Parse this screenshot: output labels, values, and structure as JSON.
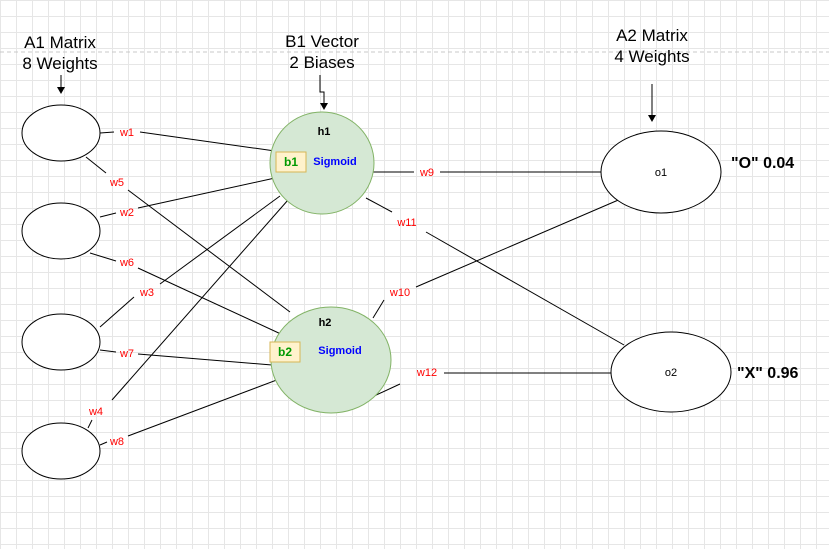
{
  "headers": {
    "a1_title": "A1 Matrix",
    "a1_sub": "8 Weights",
    "b1_title": "B1 Vector",
    "b1_sub": "2 Biases",
    "a2_title": "A2 Matrix",
    "a2_sub": "4 Weights"
  },
  "hidden": {
    "h1": "h1",
    "h2": "h2",
    "b1": "b1",
    "b2": "b2",
    "activation": "Sigmoid"
  },
  "outputs": {
    "o1": "o1",
    "o2": "o2",
    "o1_result": "\"O\" 0.04",
    "o2_result": "\"X\" 0.96"
  },
  "weights": {
    "w1": "w1",
    "w2": "w2",
    "w3": "w3",
    "w4": "w4",
    "w5": "w5",
    "w6": "w6",
    "w7": "w7",
    "w8": "w8",
    "w9": "w9",
    "w10": "w10",
    "w11": "w11",
    "w12": "w12"
  },
  "colors": {
    "hidden_fill": "#d5e8d4",
    "hidden_stroke": "#82b366",
    "bias_fill": "#fff2cc",
    "bias_stroke": "#d6b656",
    "weight_text": "#ff0000",
    "sigmoid_text": "#0000ff",
    "bias_text": "#009900"
  }
}
